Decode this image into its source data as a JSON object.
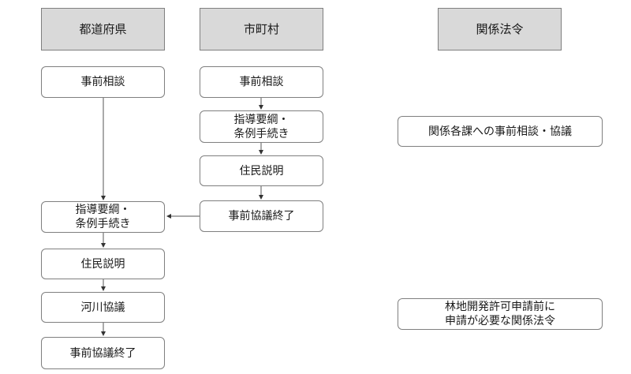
{
  "headers": {
    "prefecture": "都道府県",
    "municipality": "市町村",
    "laws": "関係法令"
  },
  "prefecture_flow": [
    "事前相談",
    "指導要綱・\n条例手続き",
    "住民説明",
    "河川協議",
    "事前協議終了"
  ],
  "municipality_flow": [
    "事前相談",
    "指導要綱・\n条例手続き",
    "住民説明",
    "事前協議終了"
  ],
  "law_notes": [
    "関係各課への事前相談・協議",
    "林地開発許可申請前に\n申請が必要な関係法令"
  ]
}
